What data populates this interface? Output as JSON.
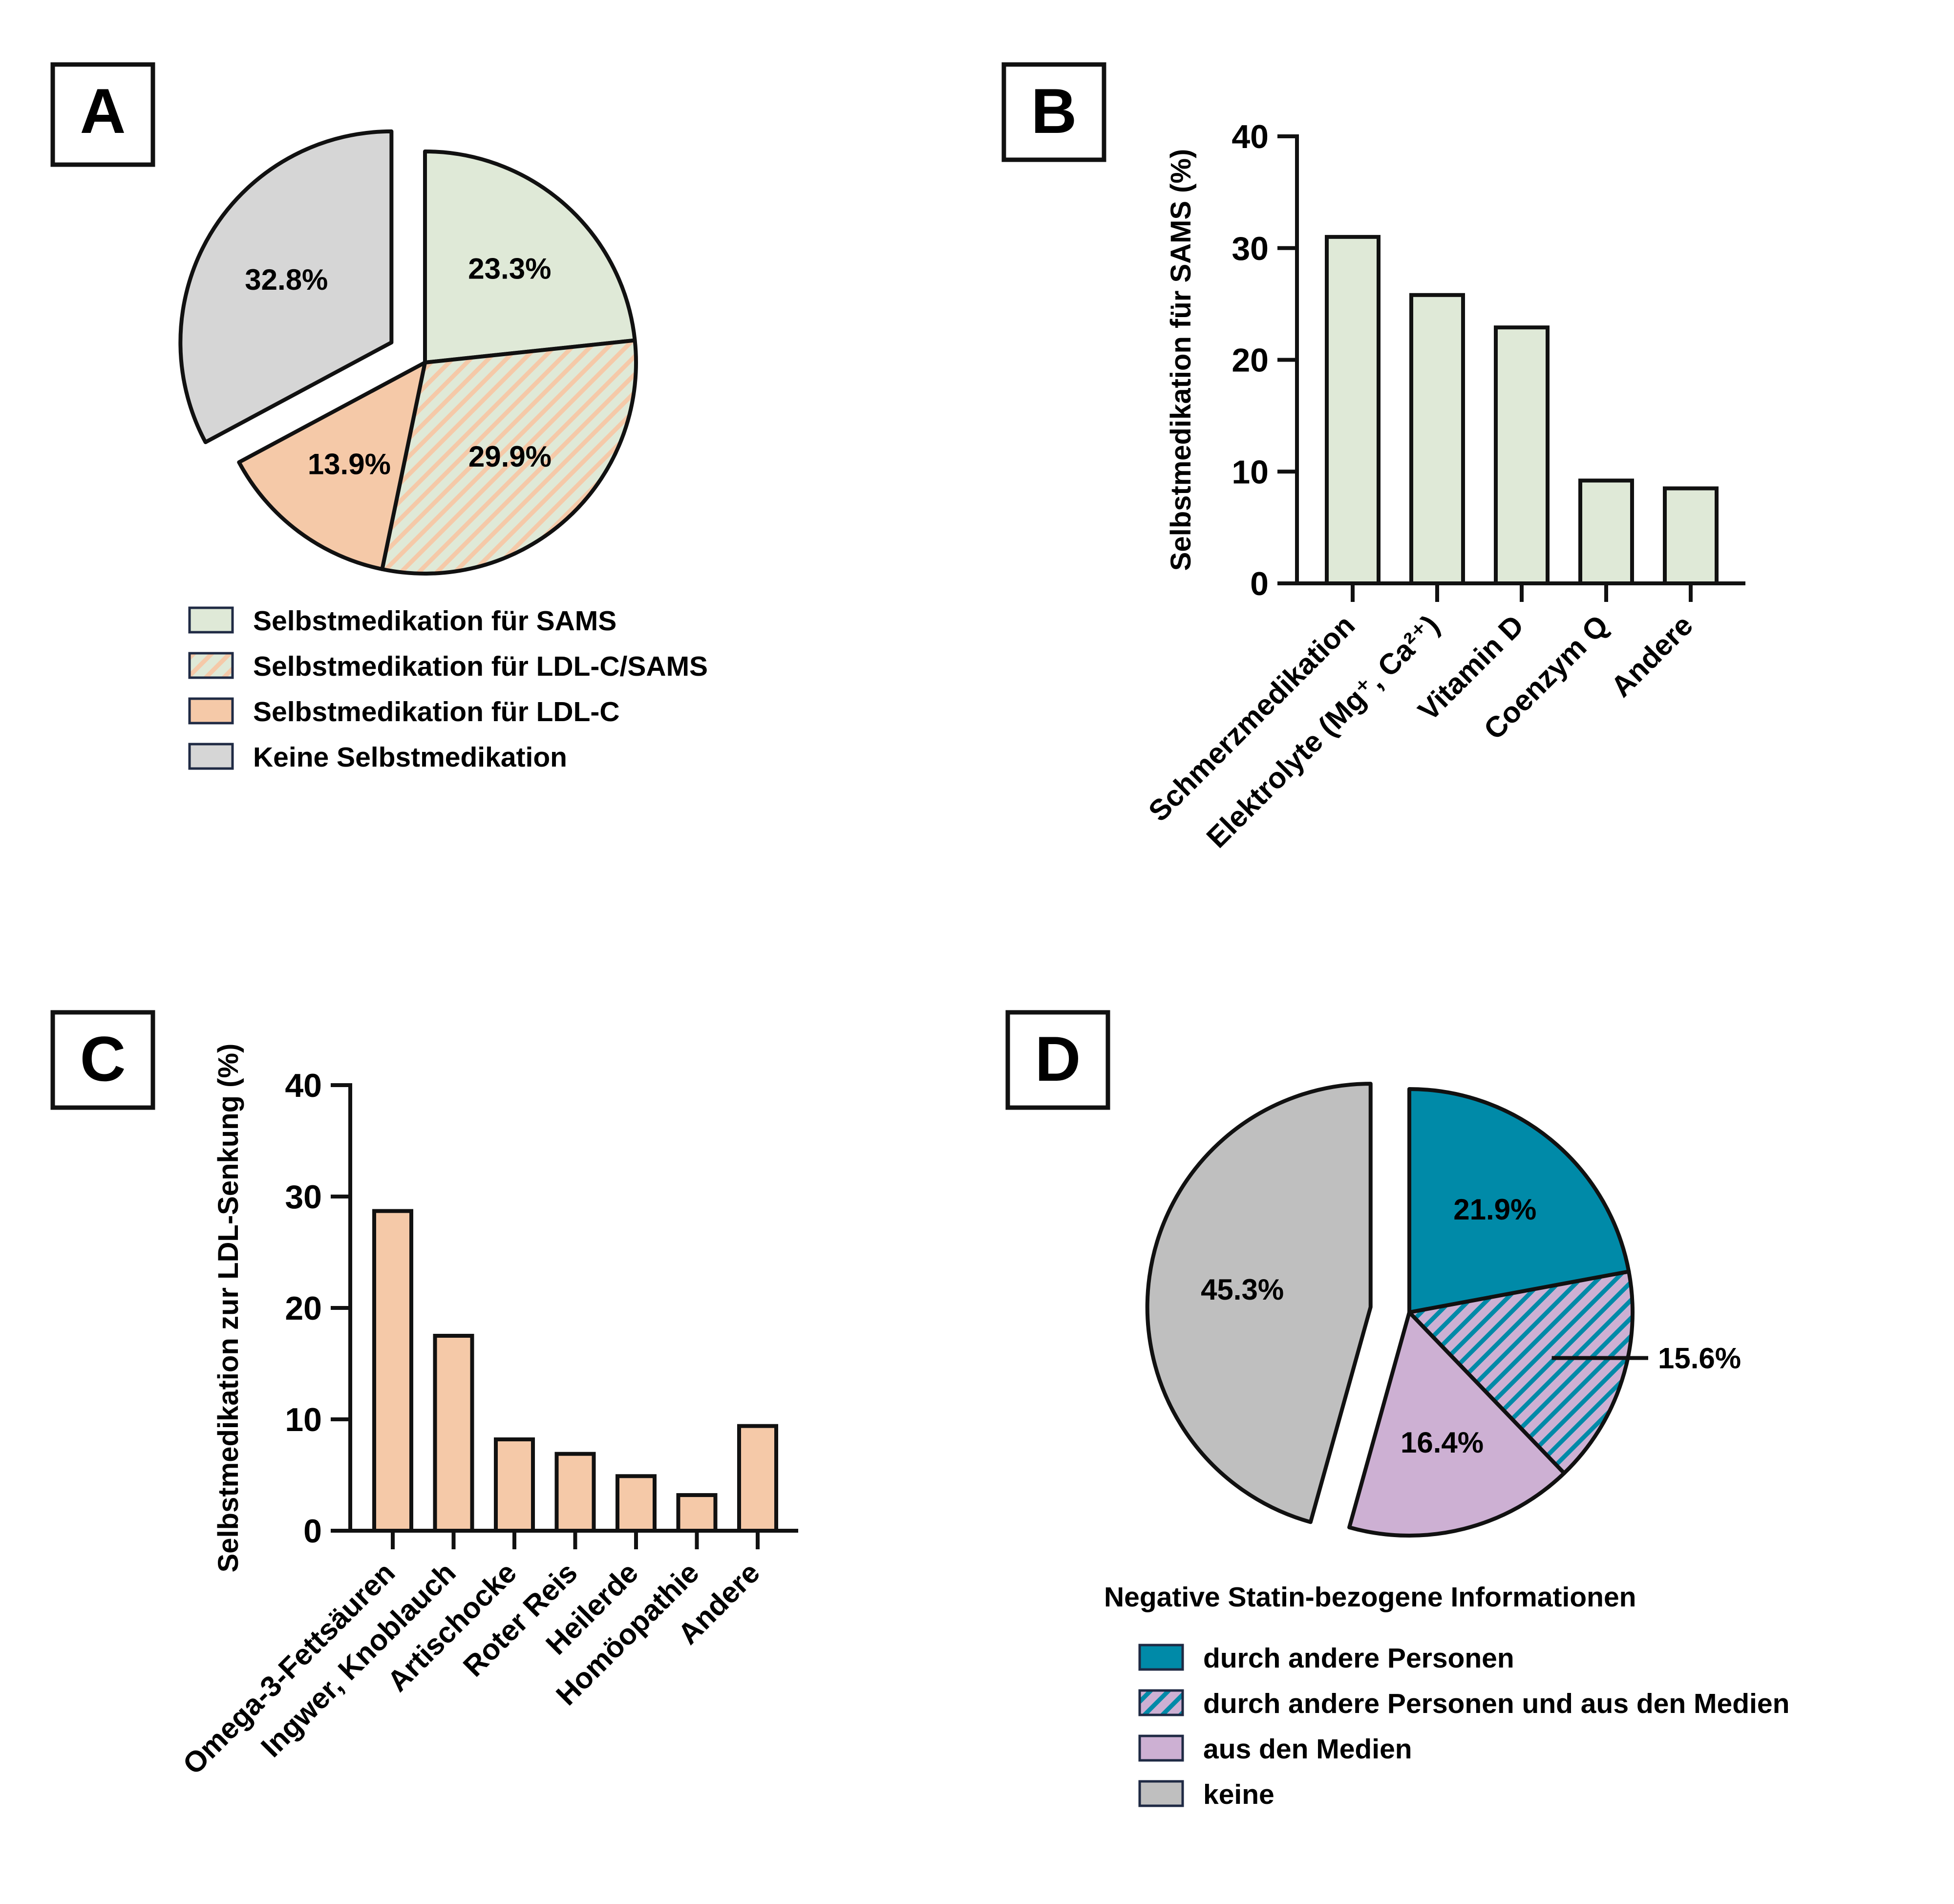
{
  "panels": {
    "a": {
      "letter": "A"
    },
    "b": {
      "letter": "B"
    },
    "c": {
      "letter": "C"
    },
    "d": {
      "letter": "D"
    }
  },
  "colors": {
    "sams_green": "#dfe9d7",
    "ldl_peach": "#f5c9a8",
    "gray_a": "#d6d6d6",
    "teal": "#008aa8",
    "lilac": "#cdb0d3",
    "gray_d": "#bfbfbf",
    "stroke": "#111111"
  },
  "chart_data": [
    {
      "panel": "A",
      "type": "pie",
      "slices": [
        {
          "label": "23.3%",
          "value": 23.3,
          "legend": "Selbstmedikation für SAMS",
          "fill": "sams_green",
          "pattern": "none"
        },
        {
          "label": "29.9%",
          "value": 29.9,
          "legend": "Selbstmedikation für LDL-C/SAMS",
          "fill": "sams_green",
          "pattern": "hatch-peach"
        },
        {
          "label": "13.9%",
          "value": 13.9,
          "legend": "Selbstmedikation für LDL-C",
          "fill": "ldl_peach",
          "pattern": "none"
        },
        {
          "label": "32.8%",
          "value": 32.8,
          "legend": "Keine Selbstmedikation",
          "fill": "gray_a",
          "pattern": "none",
          "exploded": true
        }
      ],
      "legend_placement": "bottom"
    },
    {
      "panel": "B",
      "type": "bar",
      "categories": [
        "Schmerzmedikation",
        "Elektrolyte (Mg⁺, Ca²⁺)",
        "Vitamin D",
        "Coenzym Q",
        "Andere"
      ],
      "values": [
        31,
        25.8,
        22.9,
        9.2,
        8.5
      ],
      "ylabel": "Selbstmedikation für SAMS (%)",
      "ylim": [
        0,
        40
      ],
      "yticks": [
        "0",
        "10",
        "20",
        "30",
        "40"
      ],
      "fill": "sams_green",
      "grid": false
    },
    {
      "panel": "C",
      "type": "bar",
      "categories": [
        "Omega-3-Fettsäuren",
        "Ingwer, Knoblauch",
        "Artischocke",
        "Roter Reis",
        "Heilerde",
        "Homöopathie",
        "Andere"
      ],
      "values": [
        28.7,
        17.5,
        8.2,
        6.9,
        4.9,
        3.2,
        9.4
      ],
      "ylabel": "Selbstmedikation zur LDL-Senkung (%)",
      "ylim": [
        0,
        40
      ],
      "yticks": [
        "0",
        "10",
        "20",
        "30",
        "40"
      ],
      "fill": "ldl_peach",
      "grid": false
    },
    {
      "panel": "D",
      "type": "pie",
      "slices": [
        {
          "label": "21.9%",
          "value": 21.9,
          "legend": "durch andere Personen",
          "fill": "teal",
          "pattern": "none"
        },
        {
          "label": "15.6%",
          "value": 15.6,
          "legend": "durch andere Personen und aus den Medien",
          "fill": "lilac",
          "pattern": "hatch-teal",
          "callout": true
        },
        {
          "label": "16.4%",
          "value": 16.4,
          "legend": "aus den Medien",
          "fill": "lilac",
          "pattern": "none"
        },
        {
          "label": "45.3%",
          "value": 45.3,
          "legend": "keine",
          "fill": "gray_d",
          "pattern": "none",
          "exploded": true
        }
      ],
      "legend_title": "Negative Statin-bezogene Informationen",
      "legend_placement": "bottom"
    }
  ]
}
